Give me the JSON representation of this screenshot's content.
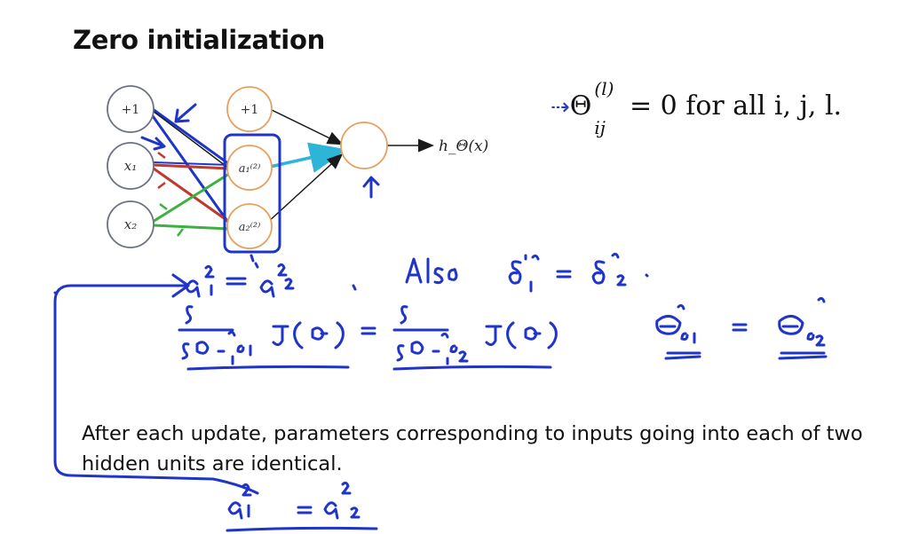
{
  "slide": {
    "title": "Zero initialization",
    "caption": "After each update, parameters corresponding to inputs going into each of two hidden units are identical."
  },
  "network": {
    "input_nodes": [
      {
        "label": "+1"
      },
      {
        "label": "x₁"
      },
      {
        "label": "x₂"
      }
    ],
    "hidden_nodes": [
      {
        "label": "+1"
      },
      {
        "label": "a₁⁽²⁾"
      },
      {
        "label": "a₂⁽²⁾"
      }
    ],
    "output_label": "h_Θ(x)",
    "colors": {
      "node_input": "#6b7280",
      "node_hidden": "#e8a060",
      "edge_black": "#1a1a1a",
      "edge_blue": "#1f35c9",
      "edge_red": "#c0392b",
      "edge_green": "#3cb043",
      "edge_cyan": "#2cb5d6",
      "handwriting": "#1f35c9"
    }
  },
  "formula": {
    "lhs": "Θ",
    "superscript": "(l)",
    "subscript": "ij",
    "rhs": "= 0 for all i, j, l."
  }
}
